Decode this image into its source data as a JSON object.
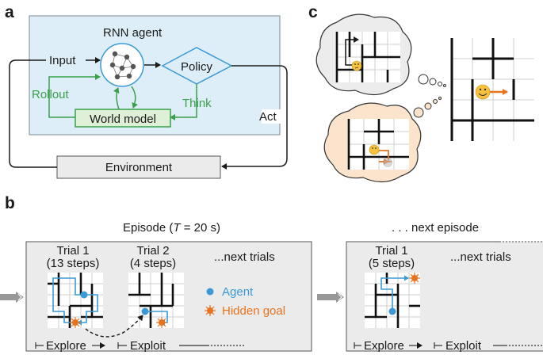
{
  "panels": {
    "a": "a",
    "b": "b",
    "c": "c"
  },
  "a": {
    "agent_title": "RNN agent",
    "input": "Input",
    "policy": "Policy",
    "rollout": "Rollout",
    "think": "Think",
    "world_model": "World model",
    "act": "Act",
    "environment": "Environment"
  },
  "b": {
    "episode_prefix": "Episode (",
    "episode_T": "T",
    "episode_suffix": " = 20 s)",
    "next_episode": ". . . next episode",
    "trial1": "Trial 1",
    "trial1_steps": "(13 steps)",
    "trial2": "Trial 2",
    "trial2_steps": "(4 steps)",
    "next_trials": "...next trials",
    "agent_legend": "Agent",
    "goal_legend": "Hidden goal",
    "explore": "Explore",
    "exploit": "Exploit",
    "ne_trial1": "Trial 1",
    "ne_trial1_steps": "(5 steps)",
    "ne_next_trials": "...next trials",
    "ne_explore": "Explore",
    "ne_exploit": "Exploit"
  },
  "colors": {
    "agent_box": "#ddeef8",
    "world_model_box": "#dff0d8",
    "green": "#3aa04a",
    "blue": "#3b9ad6",
    "orange": "#e8731e",
    "episode_box": "#ebebeb",
    "thought_gray": "#ececec",
    "thought_peach": "#fbe3cc"
  },
  "icons": [
    "neural-network-icon",
    "thinking-face-icon",
    "smiling-face-icon",
    "sun-goal-icon",
    "dashed-arrow-icon"
  ]
}
